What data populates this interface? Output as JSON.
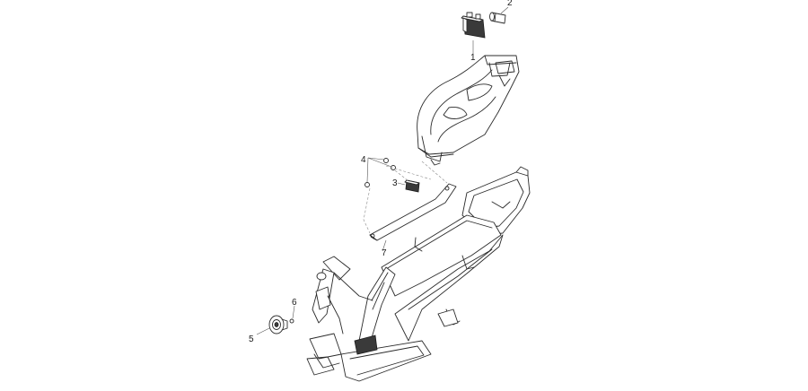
{
  "callouts": [
    {
      "id": "1",
      "label": "1"
    },
    {
      "id": "2",
      "label": "2"
    },
    {
      "id": "3",
      "label": "3"
    },
    {
      "id": "4",
      "label": "4"
    },
    {
      "id": "5",
      "label": "5"
    },
    {
      "id": "6",
      "label": "6"
    },
    {
      "id": "7",
      "label": "7"
    }
  ],
  "colors": {
    "line": "#2b2b2b",
    "background": "#ffffff",
    "dark_part": "#3a3a3a"
  }
}
